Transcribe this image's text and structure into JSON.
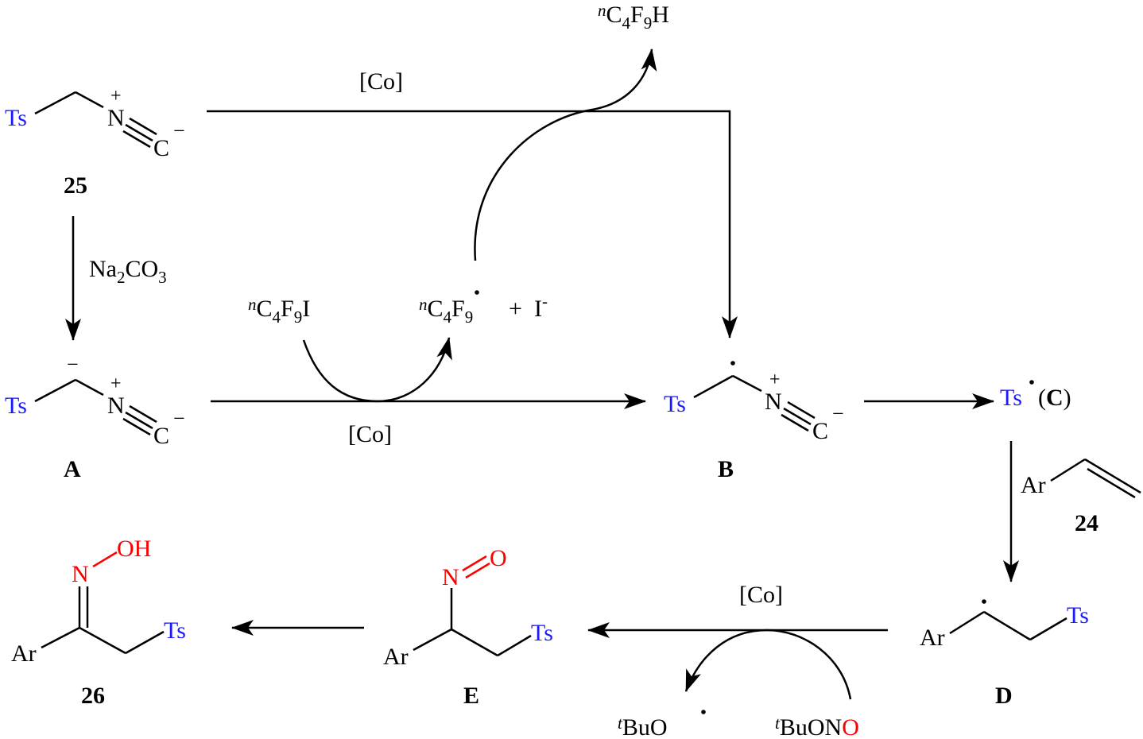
{
  "colors": {
    "ts": "#1a1aff",
    "oxygen_nitrogen": "#ff0000",
    "text": "#000000"
  },
  "groups": {
    "ts": "Ts",
    "ar": "Ar"
  },
  "atoms": {
    "N": "N",
    "C": "C",
    "O": "O",
    "OH": "OH",
    "plus": "+",
    "minus": "−",
    "radical_dot": "·"
  },
  "labels": {
    "c25": "25",
    "cA": "A",
    "cB": "B",
    "cC": "(C)",
    "cC_letter": "C",
    "c24": "24",
    "cD": "D",
    "cE": "E",
    "c26": "26"
  },
  "reagents": {
    "co": "[Co]",
    "base_main": "Na",
    "base_sub1": "2",
    "base_mid": "CO",
    "base_sub2": "3",
    "n_prefix": "n",
    "t_prefix": "t",
    "c": "C",
    "c_sub": "4",
    "f": "F",
    "f_sub": "9",
    "iodide_end": "I",
    "h_end": "H",
    "plus_sign": "+",
    "iodide_anion": "I",
    "anion_sup": "-",
    "bu": "Bu",
    "buo_o": "O",
    "buono_main": "BuON",
    "buono_o": "O"
  }
}
